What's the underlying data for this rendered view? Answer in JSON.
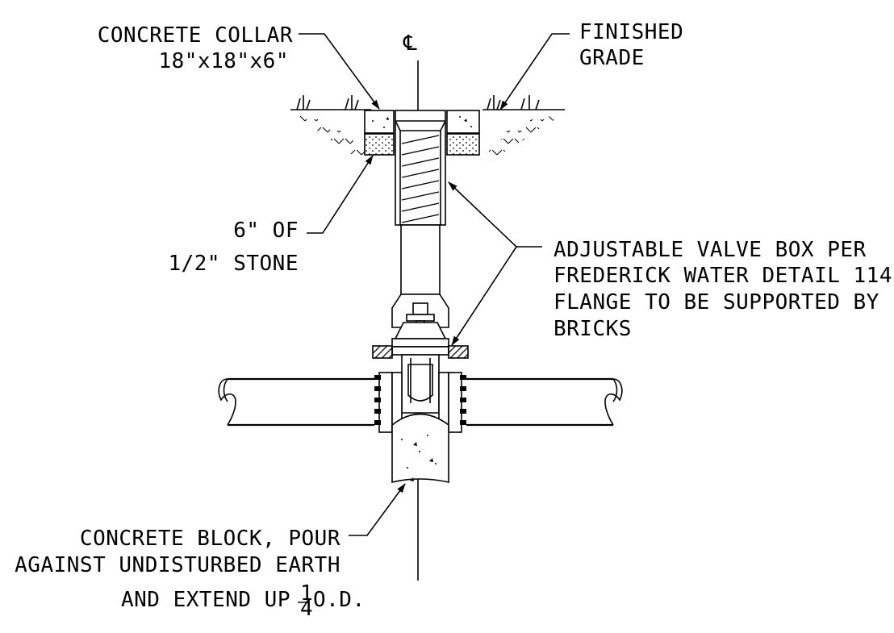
{
  "centerline_symbol": "℄",
  "labels": {
    "concrete_collar": [
      "CONCRETE COLLAR",
      "18\"x18\"x6\""
    ],
    "finished_grade": [
      "FINISHED",
      "GRADE"
    ],
    "stone": [
      "6\" OF",
      "1/2\" STONE"
    ],
    "valve_box": [
      "ADJUSTABLE VALVE BOX PER",
      "FREDERICK WATER DETAIL 114.",
      "FLANGE TO BE SUPPORTED BY",
      "BRICKS"
    ],
    "concrete_block": [
      "CONCRETE BLOCK, POUR",
      "AGAINST UNDISTURBED EARTH",
      "AND EXTEND UP",
      "O.D."
    ],
    "fraction": {
      "numerator": "1",
      "denominator": "4"
    }
  }
}
